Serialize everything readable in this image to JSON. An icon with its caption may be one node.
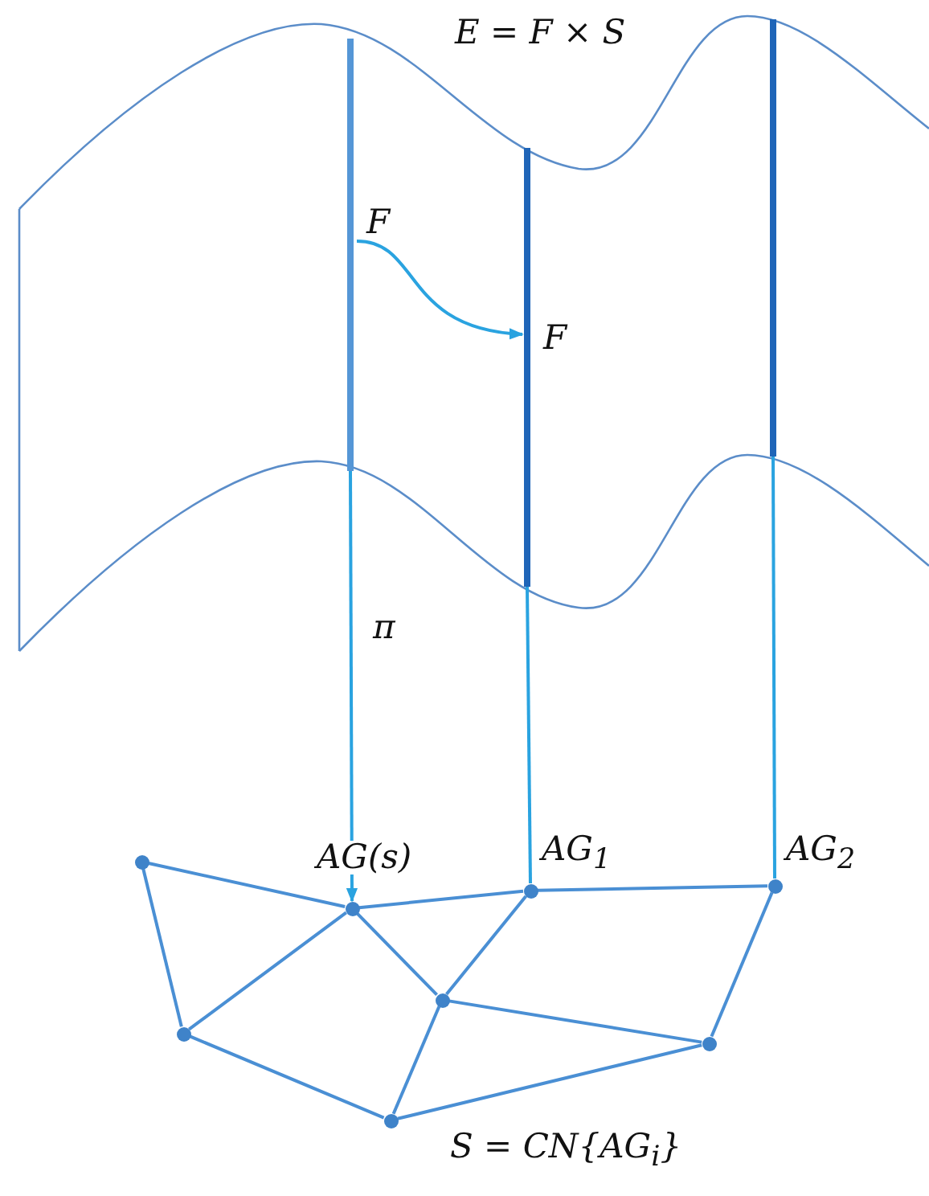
{
  "diagram": {
    "nodes": [
      {
        "text": [],
        "shape": "bar",
        "beside": [
          "F"
        ]
      },
      {
        "text": [],
        "shape": "bar",
        "beside": [
          "F"
        ]
      },
      {
        "text": [],
        "shape": "bar"
      },
      {
        "text": [],
        "shape": "circle"
      },
      {
        "text": [],
        "shape": "circle",
        "beside": [
          "AG(s)"
        ]
      },
      {
        "text": [],
        "shape": "circle",
        "beside": [
          "AG$_{1}$"
        ]
      },
      {
        "text": [],
        "shape": "circle",
        "beside": [
          "AG$_{2}$"
        ]
      },
      {
        "text": [],
        "shape": "circle"
      },
      {
        "text": [],
        "shape": "circle"
      },
      {
        "text": [],
        "shape": "circle"
      },
      {
        "text": [],
        "shape": "circle"
      }
    ],
    "edges": [
      {
        "from": 0,
        "to": 4,
        "arrow": "to",
        "label": "π",
        "color": "#2aa3e0"
      },
      {
        "from": 1,
        "to": 5,
        "arrow": "none",
        "color": "#2aa3e0"
      },
      {
        "from": 2,
        "to": 6,
        "arrow": "none",
        "color": "#2aa3e0"
      },
      {
        "from": 0,
        "to": 1,
        "arrow": "to",
        "color": "#2aa3e0"
      },
      {
        "from": 3,
        "to": 4,
        "arrow": "none"
      },
      {
        "from": 4,
        "to": 5,
        "arrow": "none"
      },
      {
        "from": 5,
        "to": 6,
        "arrow": "none"
      },
      {
        "from": 3,
        "to": 7,
        "arrow": "none"
      },
      {
        "from": 7,
        "to": 4,
        "arrow": "none"
      },
      {
        "from": 4,
        "to": 8,
        "arrow": "none"
      },
      {
        "from": 8,
        "to": 5,
        "arrow": "none"
      },
      {
        "from": 8,
        "to": 9,
        "arrow": "none"
      },
      {
        "from": 6,
        "to": 9,
        "arrow": "none"
      },
      {
        "from": 7,
        "to": 10,
        "arrow": "none"
      },
      {
        "from": 8,
        "to": 10,
        "arrow": "none"
      },
      {
        "from": 10,
        "to": 9,
        "arrow": "none"
      }
    ],
    "labels": [
      "E = F × S",
      "S = CN{AG$_{i}$}"
    ]
  }
}
